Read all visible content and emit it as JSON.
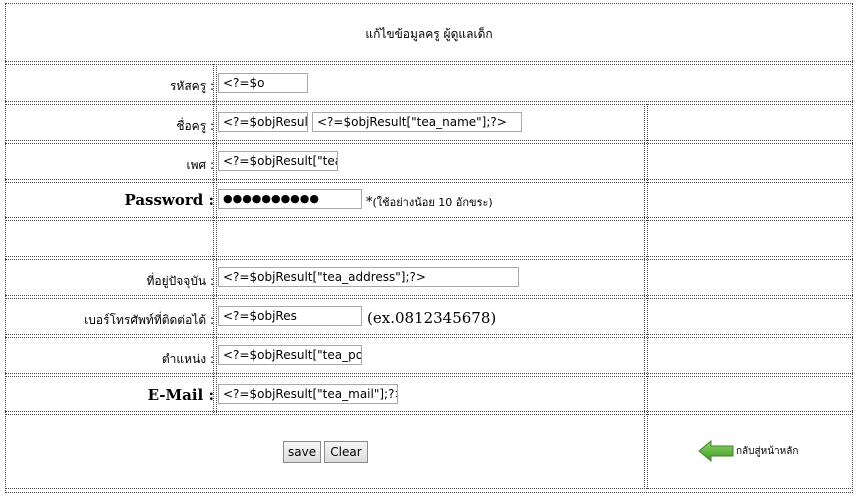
{
  "form": {
    "title": "แก้ไขข้อมูลครู ผู้ดูแลเด็ก",
    "fields": {
      "id": {
        "label": "รหัสครู :",
        "value": "<?=$o"
      },
      "name": {
        "label": "ชื่อครู :",
        "value_prefix": "<?=$objResul",
        "value_name": "<?=$objResult[\"tea_name\"];?>"
      },
      "gender": {
        "label": "เพศ :",
        "value": "<?=$objResult[\"tea"
      },
      "password": {
        "label": "Password :",
        "value": "●●●●●●●●●●",
        "note_star": "*",
        "note_text": "(ใช้อย่างน้อย 10 อักขระ)"
      },
      "address": {
        "label": "ที่อยู่ปัจจุบัน :",
        "value": "<?=$objResult[\"tea_address\"];?>"
      },
      "phone": {
        "label": "เบอร์โทรศัพท์ที่ติดต่อได้ :",
        "value": "<?=$objRes",
        "note": "(ex.0812345678)"
      },
      "position": {
        "label": "ตำแหน่ง :",
        "value": "<?=$objResult[\"tea_pos"
      },
      "email": {
        "label": "E-Mail :",
        "value": "<?=$objResult[\"tea_mail\"];?>"
      }
    },
    "buttons": {
      "save": "save",
      "clear": "Clear"
    },
    "back_link": {
      "label": "กลับสู่หน้าหลัก",
      "icon": "left-arrow-icon",
      "icon_color": "#4caf2f"
    }
  }
}
